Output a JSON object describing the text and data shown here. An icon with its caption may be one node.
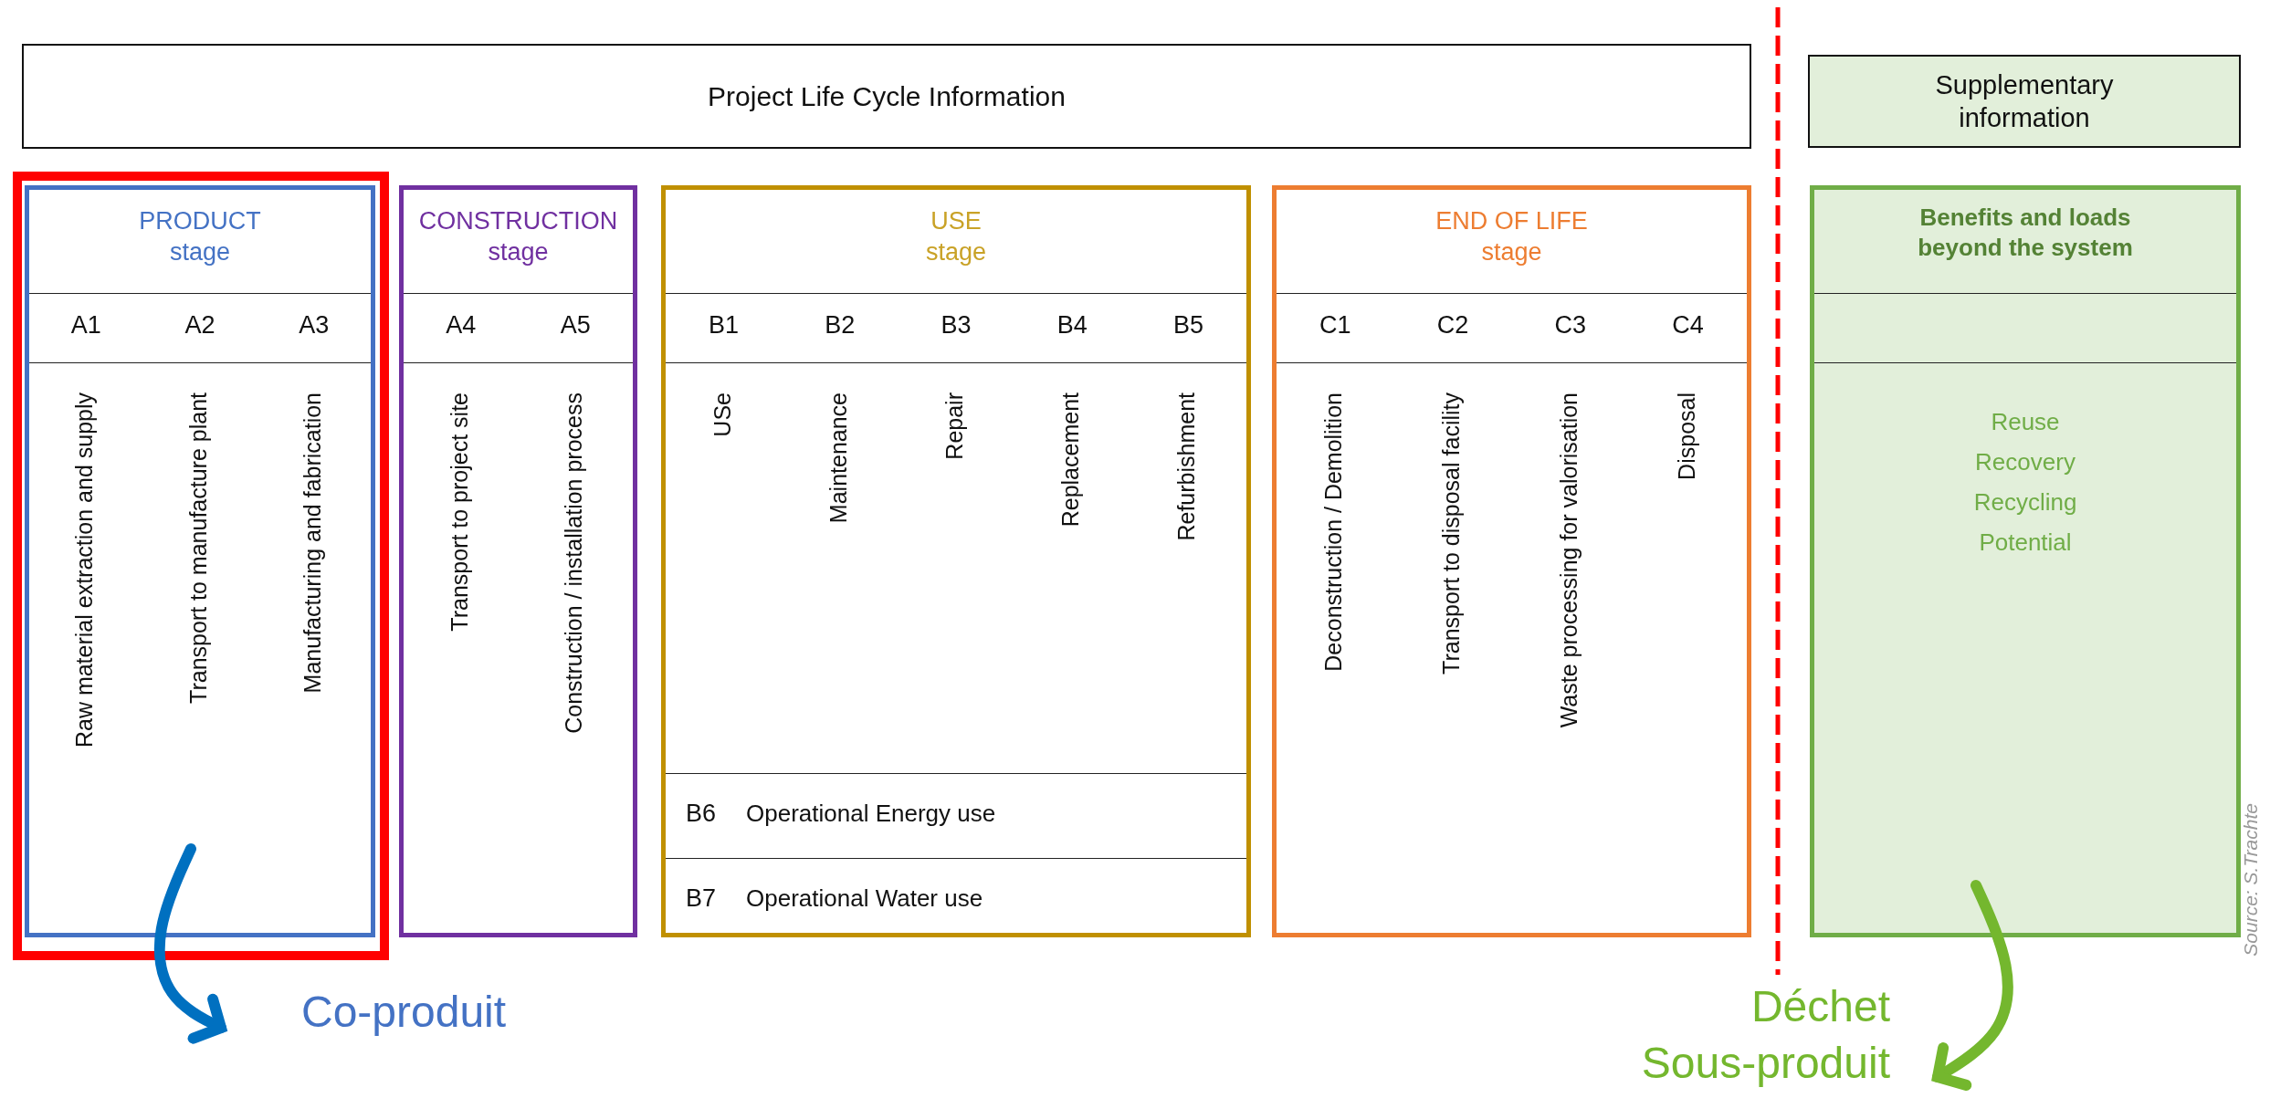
{
  "diagram": {
    "nodes": [
      {
        "text": [
          "Project Life Cycle Information"
        ]
      },
      {
        "text": [
          "Supplementary information"
        ]
      },
      {
        "text": [],
        "shape": "box"
      },
      {
        "text": [
          "PRODUCT stage",
          "A1",
          "A2",
          "A3",
          "Raw material extraction and supply",
          "Transport to manufacture plant",
          "Manufacturing and fabrication"
        ],
        "in": 2
      },
      {
        "text": [
          "CONSTRUCTION stage",
          "A4",
          "A5",
          "Transport to project site",
          "Construction / installation process"
        ]
      },
      {
        "text": [
          "USE stage",
          "B1",
          "B2",
          "B3",
          "B4",
          "B5",
          "USe",
          "Maintenance",
          "Repair",
          "Replacement",
          "Refurbishment",
          "B6",
          "Operational Energy use",
          "B7",
          "Operational Water use"
        ]
      },
      {
        "text": [
          "END OF LIFE stage",
          "C1",
          "C2",
          "C3",
          "C4",
          "Deconstruction / Demolition",
          "Transport to disposal facility",
          "Waste processing for valorisation",
          "Disposal"
        ]
      },
      {
        "text": [
          "Benefits and loads beyond the system",
          "Reuse",
          "Recovery",
          "Recycling",
          "Potential"
        ]
      },
      {
        "text": [
          "Co-produit"
        ]
      },
      {
        "text": [
          "Déchet Sous-produit"
        ]
      }
    ],
    "edges": [
      {
        "from": 3,
        "to": 8,
        "arrow": "to",
        "color": "#0070c0"
      },
      {
        "from": 7,
        "to": 9,
        "arrow": "to",
        "color": "#74b72e"
      }
    ],
    "labels": [
      "Source: S.Trachte"
    ]
  }
}
